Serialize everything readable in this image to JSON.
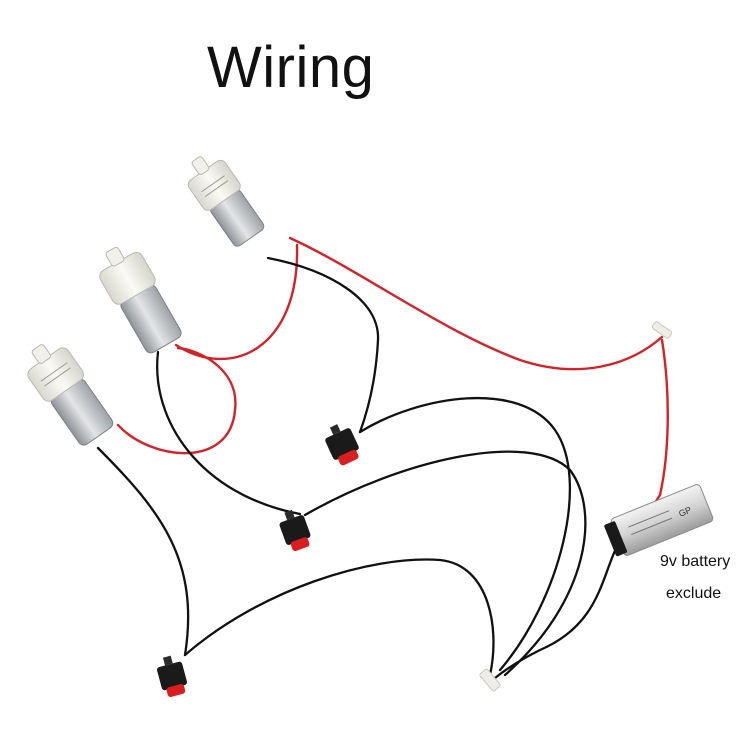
{
  "title": "Wiring",
  "battery": {
    "label_line1": "9v battery",
    "label_line2": "exclude",
    "brand_mark": "GP"
  },
  "colors": {
    "wire_red": "#d2232a",
    "wire_black": "#111111",
    "switch_red": "#d81e1e",
    "motor_metal": "#c9cccf",
    "pump_head": "#efeee6"
  },
  "components": {
    "pump_motors": 3,
    "push_switches": 3,
    "battery_clips": 1
  }
}
